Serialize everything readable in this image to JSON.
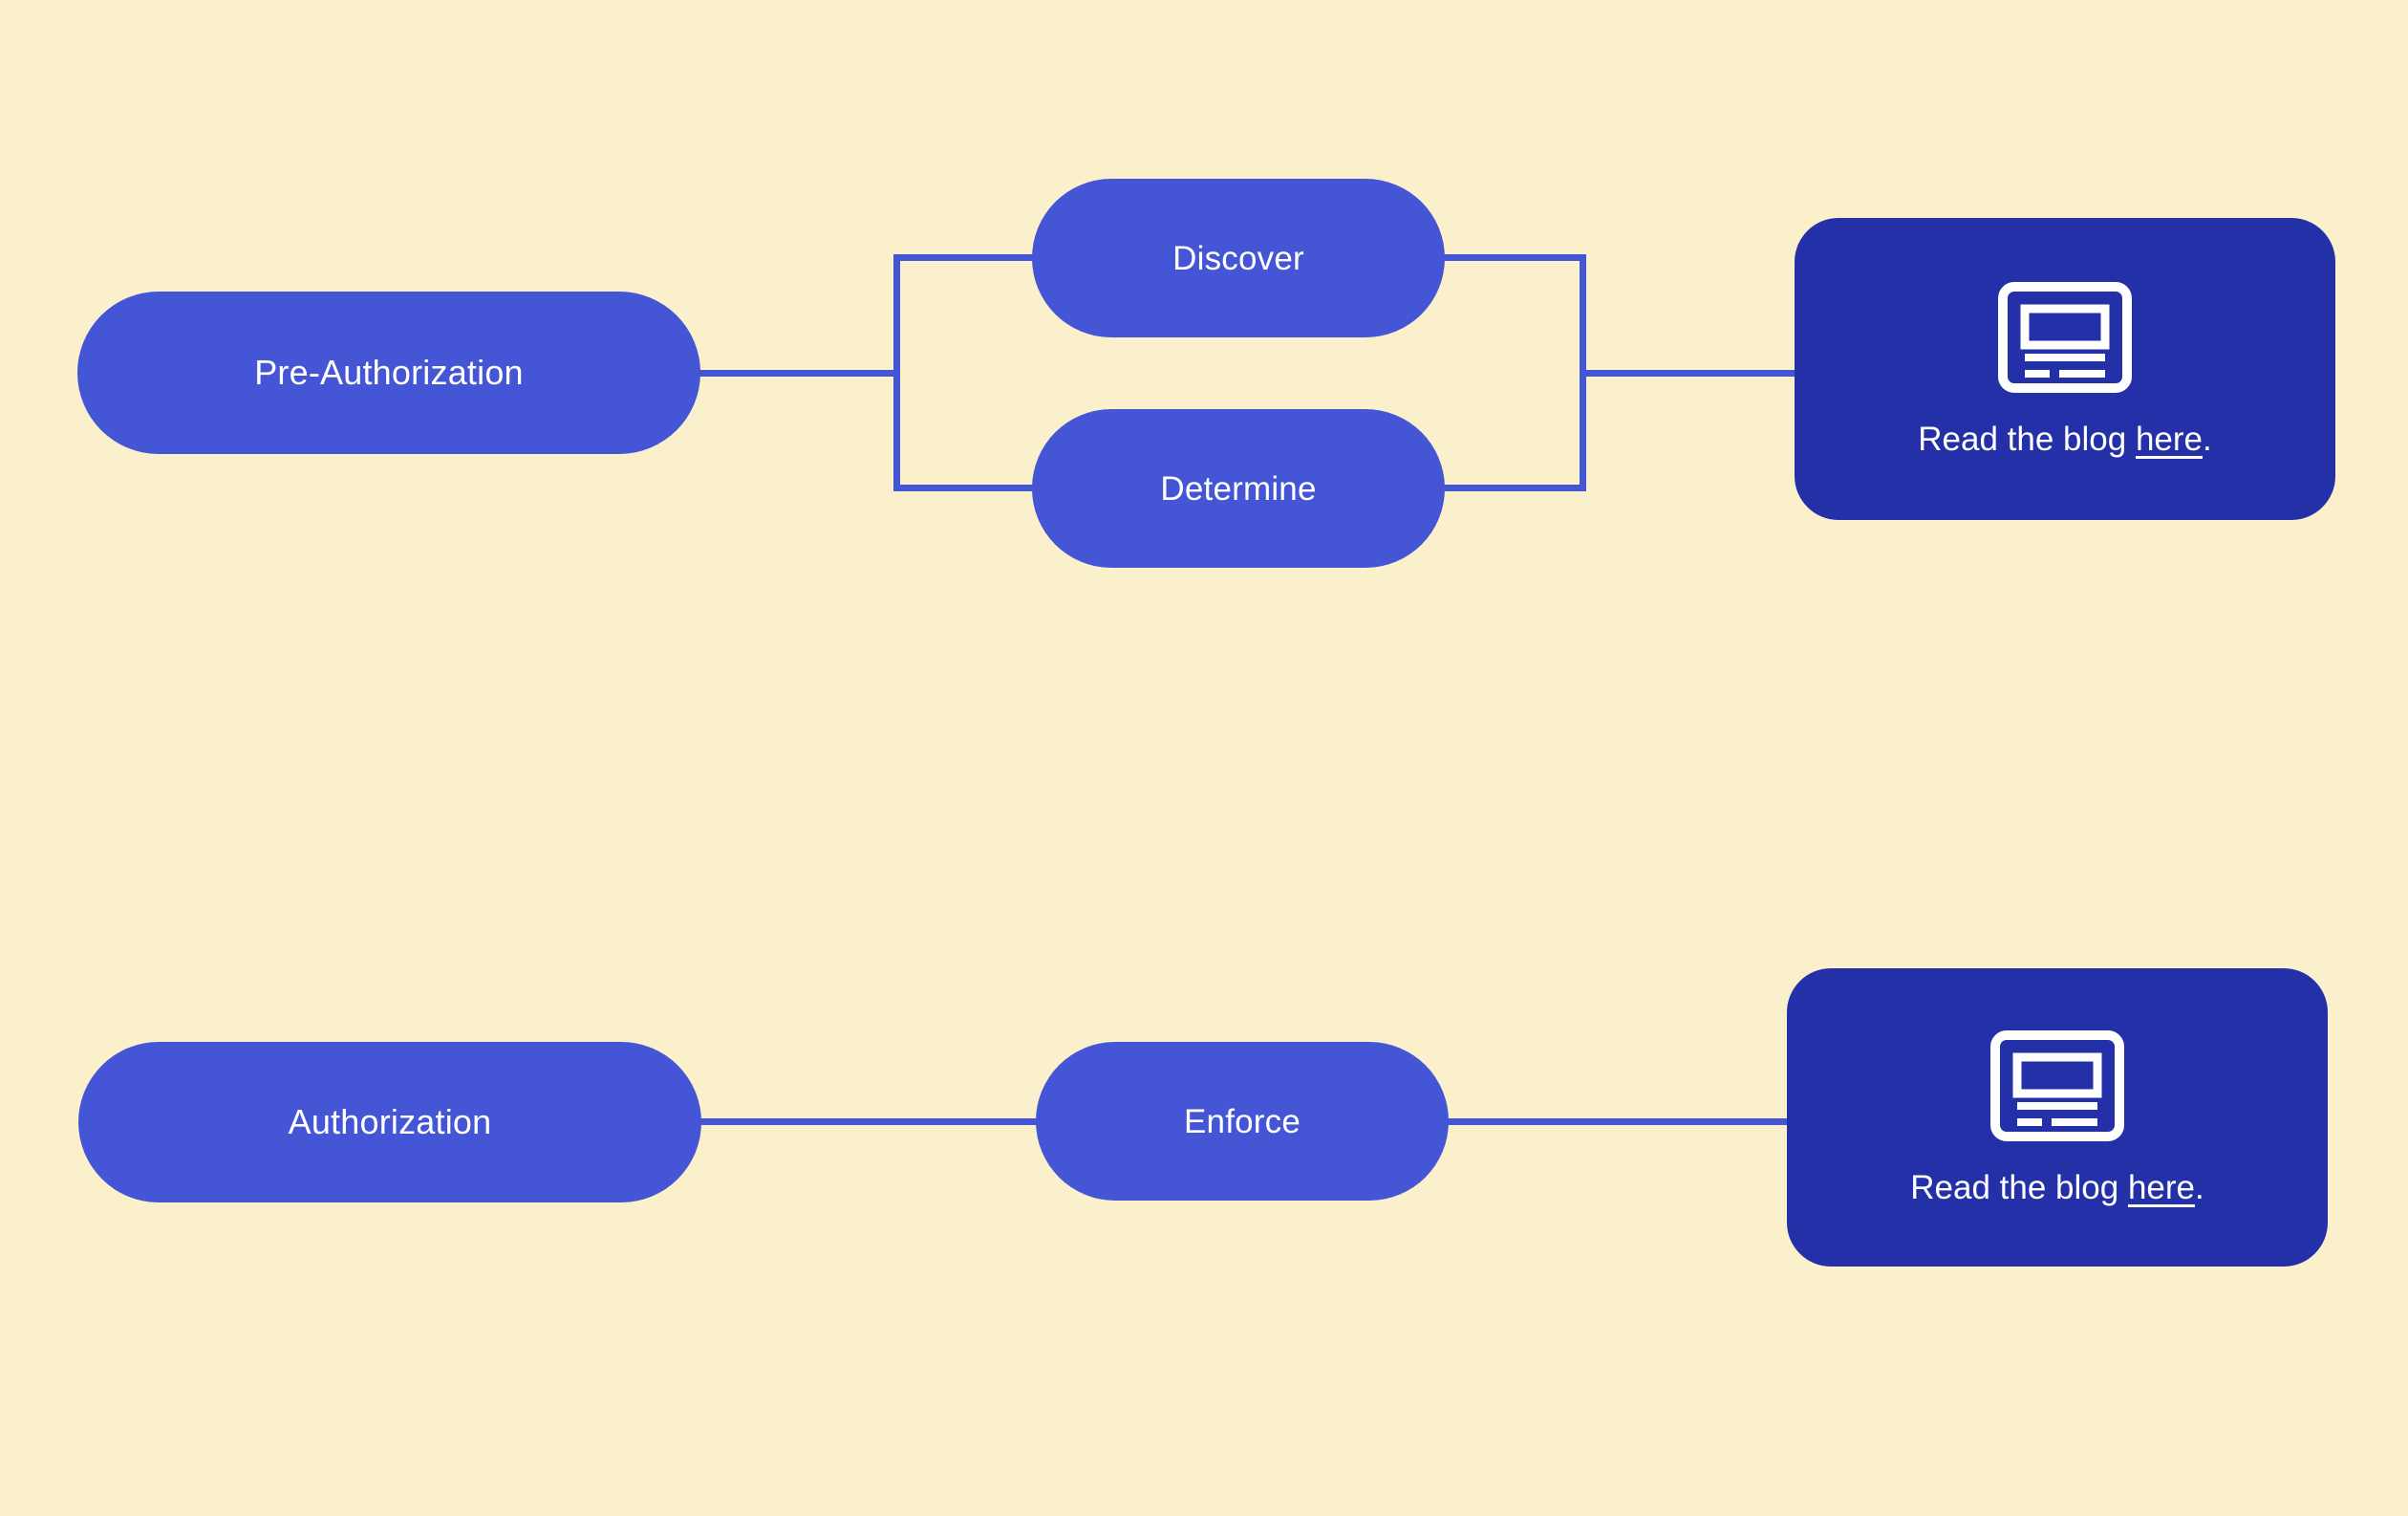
{
  "diagram": {
    "type": "flowchart",
    "background_color": "#fbf0cc",
    "node_color": "#4456d6",
    "card_color": "#2430a8",
    "line_color": "#4456d6",
    "text_color": "#ffffff",
    "rows": [
      {
        "id": "pre-authorization-row",
        "start_node": {
          "label": "Pre-Authorization"
        },
        "branch_nodes": [
          {
            "label": "Discover"
          },
          {
            "label": "Determine"
          }
        ],
        "card": {
          "icon": "article-icon",
          "text_before": "Read the blog ",
          "link_label": "here",
          "text_after": "."
        }
      },
      {
        "id": "authorization-row",
        "start_node": {
          "label": "Authorization"
        },
        "branch_nodes": [
          {
            "label": "Enforce"
          }
        ],
        "card": {
          "icon": "article-icon",
          "text_before": "Read the blog ",
          "link_label": "here",
          "text_after": "."
        }
      }
    ]
  }
}
